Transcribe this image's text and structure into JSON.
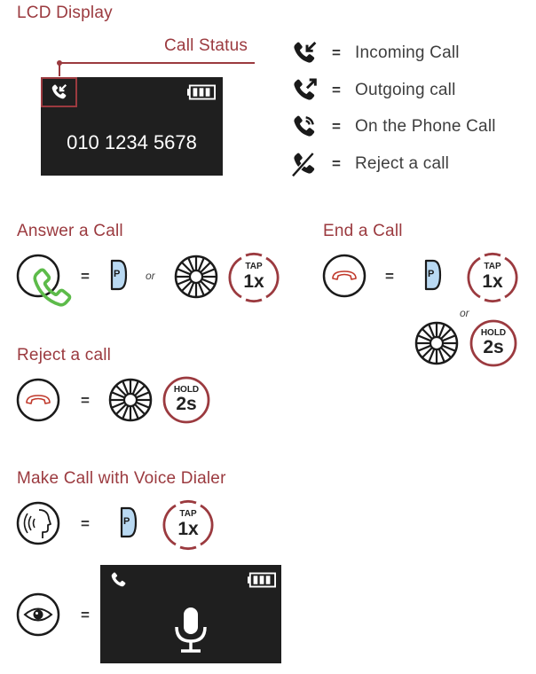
{
  "lcd": {
    "title": "LCD Display",
    "call_status": "Call Status",
    "number": "010 1234 5678"
  },
  "legend": [
    {
      "icon": "incoming-call-icon",
      "eq": "=",
      "label": "Incoming Call"
    },
    {
      "icon": "outgoing-call-icon",
      "eq": "=",
      "label": "Outgoing call"
    },
    {
      "icon": "on-phone-call-icon",
      "eq": "=",
      "label": "On the Phone Call"
    },
    {
      "icon": "reject-call-icon",
      "eq": "=",
      "label": "Reject a call"
    }
  ],
  "answer": {
    "title": "Answer a Call",
    "eq": "=",
    "or": "or",
    "p_label": "P",
    "tap": "TAP",
    "count": "1x"
  },
  "end": {
    "title": "End a Call",
    "eq": "=",
    "or": "or",
    "p_label": "P",
    "tap": "TAP",
    "count": "1x",
    "hold": "HOLD",
    "hold_count": "2s"
  },
  "reject": {
    "title": "Reject a call",
    "eq": "=",
    "hold": "HOLD",
    "hold_count": "2s"
  },
  "voice": {
    "title": "Make Call with Voice Dialer",
    "eq": "=",
    "eq2": "=",
    "p_label": "P",
    "tap": "TAP",
    "count": "1x"
  },
  "colors": {
    "accent": "#9b3a3f",
    "lcd": "#1f1f1f",
    "answer_green": "#5dbb4a",
    "reject_red": "#c0392b",
    "p_blue": "#b9d9f2"
  }
}
